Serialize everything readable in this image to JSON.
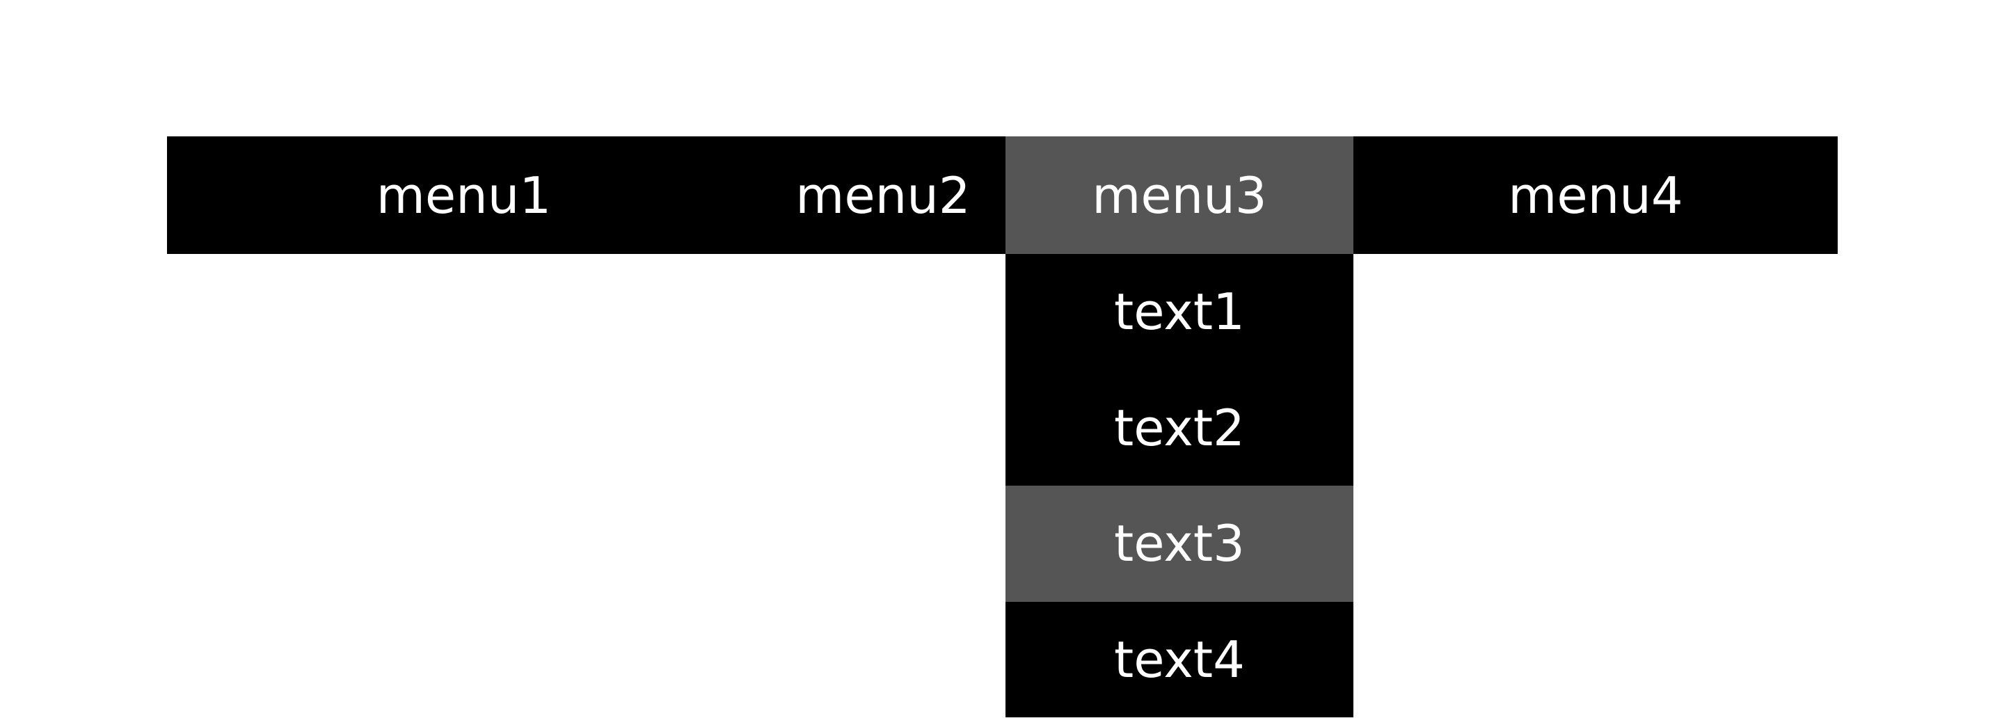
{
  "page": {
    "background_color": "#ffffff",
    "text_color": "#ffffff",
    "bar_color": "#000000",
    "highlight_color": "#555555"
  },
  "menubar": {
    "items": [
      {
        "label": "menu1",
        "active": false,
        "has_submenu": false
      },
      {
        "label": "menu2",
        "active": false,
        "has_submenu": false
      },
      {
        "label": "menu3",
        "active": true,
        "has_submenu": true
      },
      {
        "label": "menu4",
        "active": false,
        "has_submenu": false
      }
    ]
  },
  "dropdown": {
    "parent": "menu3",
    "open": true,
    "items": [
      {
        "label": "text1",
        "active": false
      },
      {
        "label": "text2",
        "active": false
      },
      {
        "label": "text3",
        "active": true
      },
      {
        "label": "text4",
        "active": false
      }
    ]
  }
}
